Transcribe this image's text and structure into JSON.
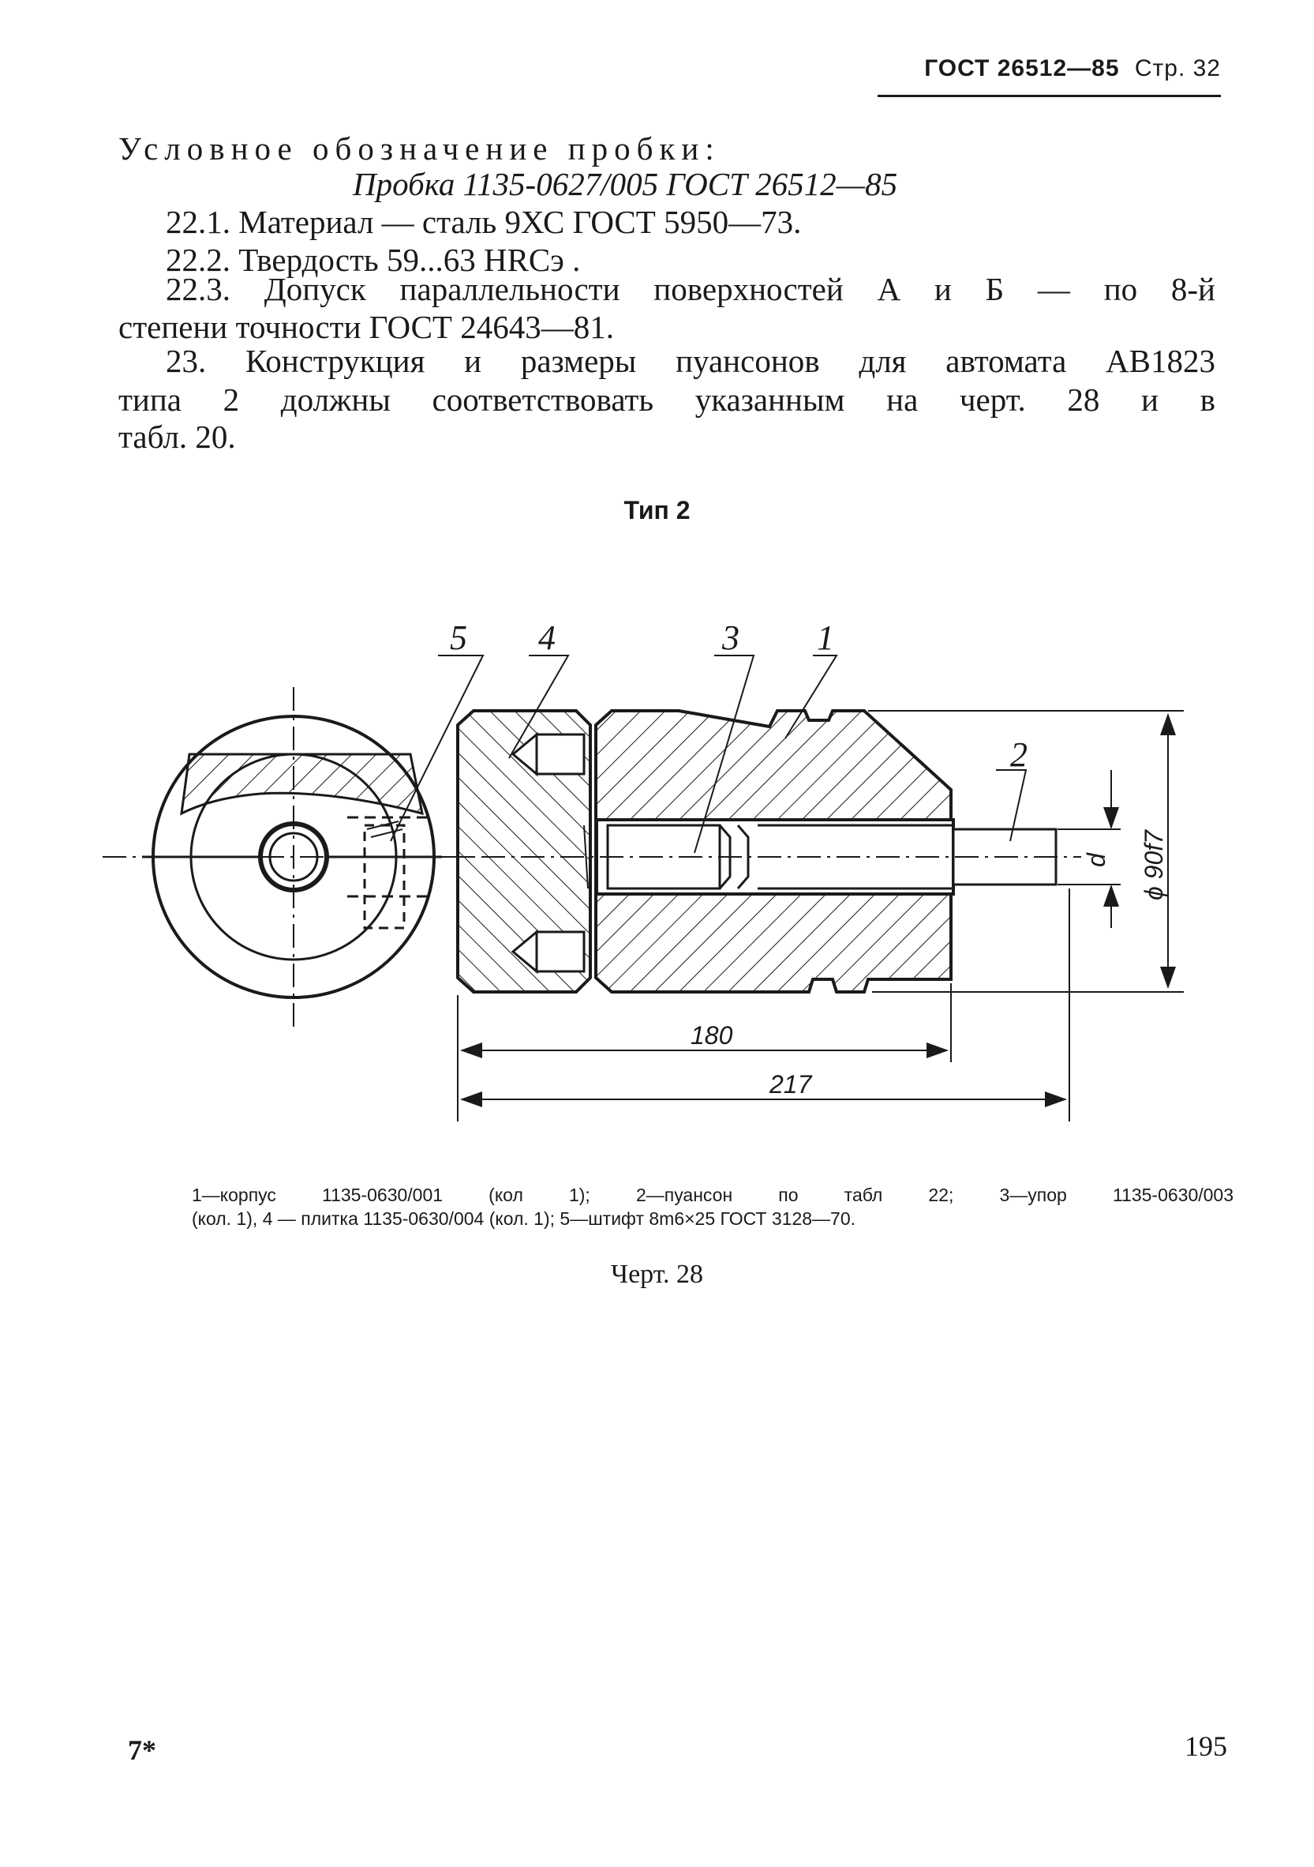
{
  "header": {
    "gost": "ГОСТ 26512—85",
    "page": "Стр. 32"
  },
  "body": {
    "designation_label": "Условное обозначение пробки:",
    "designation_value": "Пробка 1135-0627/005 ГОСТ 26512—85",
    "item_22_1": "22.1. Материал — сталь 9ХС ГОСТ 5950—73.",
    "item_22_2": "22.2. Твердость 59...63 HRCэ .",
    "item_22_3_line1": "22.3. Допуск параллельности поверхностей  А и Б — по 8-й",
    "item_22_3_line2": "степени точности ГОСТ 24643—81.",
    "item_23_line1": "23. Конструкция и размеры пуансонов для автомата АВ1823",
    "item_23_line2": "типа 2 должны соответствовать указанным  на  черт. 28 и  в",
    "item_23_line3": "табл. 20."
  },
  "figure": {
    "type_label": "Тип 2",
    "callouts": [
      "5",
      "4",
      "3",
      "1",
      "2"
    ],
    "dims": {
      "len_180": "180",
      "len_217": "217",
      "dia": "ϕ 90f7",
      "d": "d"
    },
    "caption_line1": "1—корпус 1135-0630/001 (кол 1); 2—пуансон по табл 22; 3—упор 1135-0630/003",
    "caption_line2": "(кол. 1), 4 — плитка 1135-0630/004 (кол. 1); 5—штифт 8m6×25 ГОСТ 3128—70.",
    "chert": "Черт. 28"
  },
  "footer": {
    "left": "7*",
    "right": "195"
  }
}
